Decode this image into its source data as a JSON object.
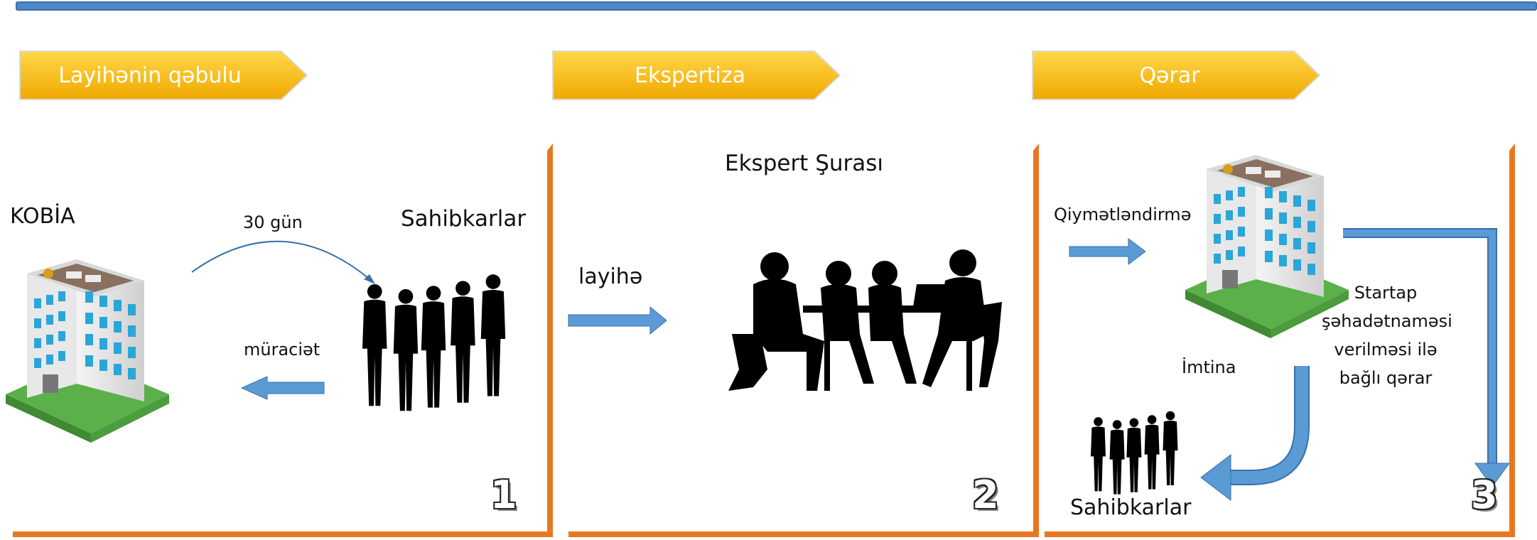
{
  "stages": [
    {
      "label": "Layihənin qəbulu"
    },
    {
      "label": "Ekspertiza"
    },
    {
      "label": "Qərar"
    }
  ],
  "panel1": {
    "org": "KOBİA",
    "days": "30 gün",
    "applicants": "Sahibkarlar",
    "application": "müraciət",
    "number": "1"
  },
  "panel2": {
    "council": "Ekspert Şurası",
    "project": "layihə",
    "number": "2"
  },
  "panel3": {
    "evaluation": "Qiymətləndirmə",
    "decision": "Startap şəhadətnaməsi verilməsi ilə bağlı qərar",
    "refusal": "İmtina",
    "applicants": "Sahibkarlar",
    "number": "3"
  },
  "colors": {
    "topbar": "#4f87c8",
    "chevron": "#f5b800",
    "panel_border": "#e87722",
    "arrow": "#5b9bd5"
  }
}
